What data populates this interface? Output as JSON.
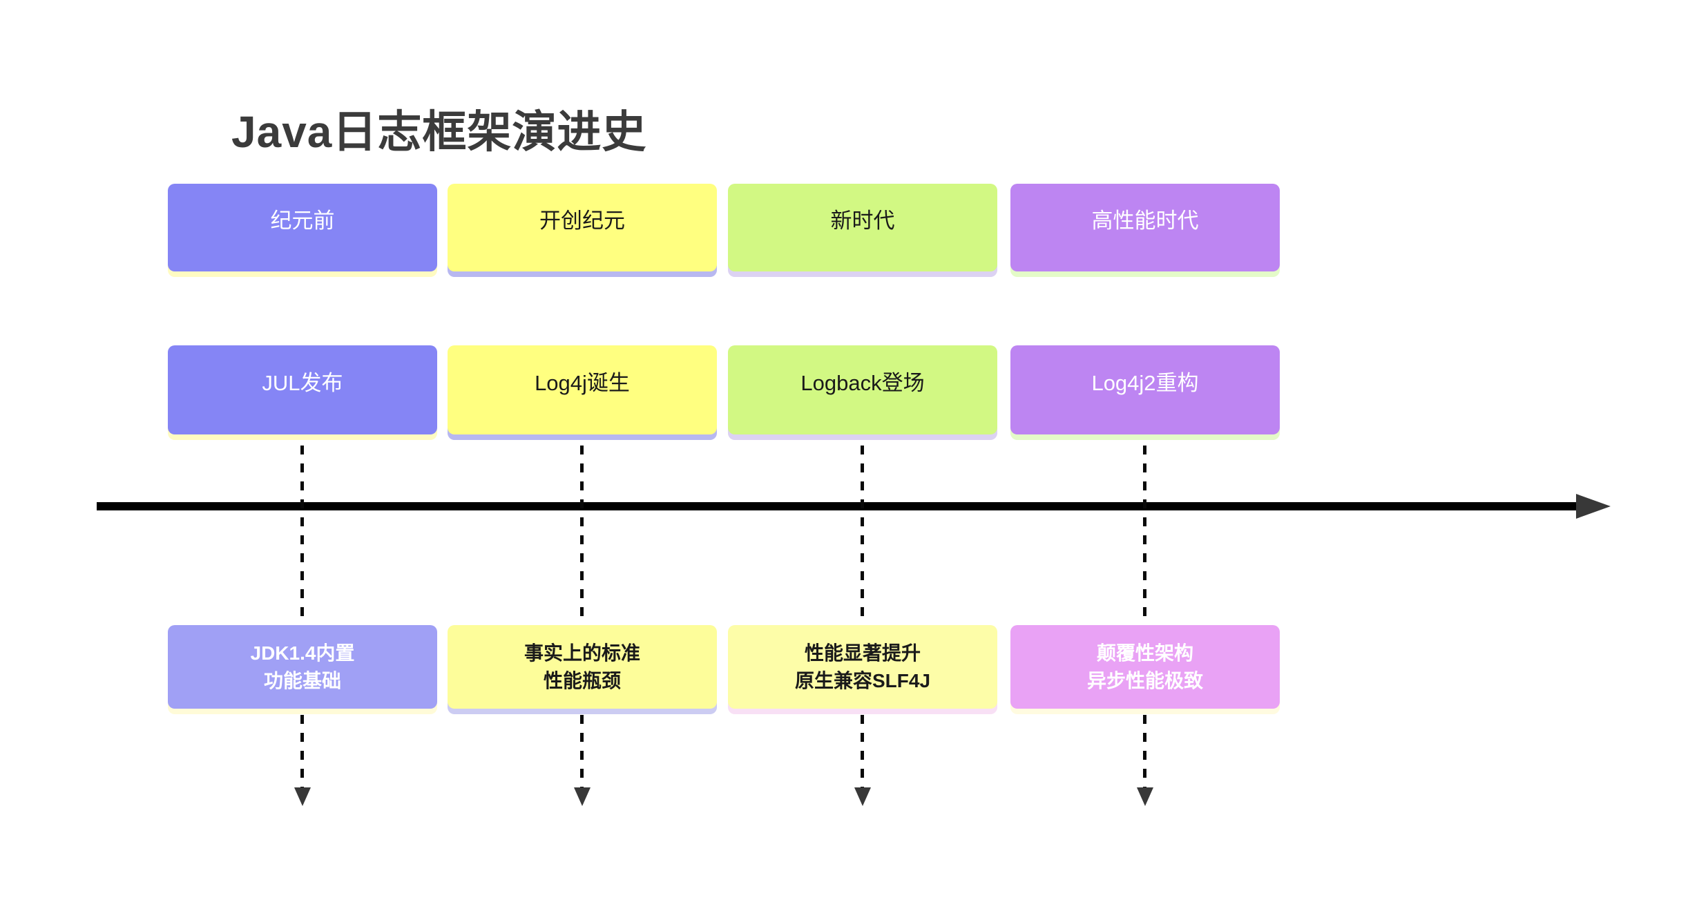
{
  "page": {
    "background": "#ffffff"
  },
  "title": {
    "text": "Java日志框架演进史",
    "color": "#3b3b3b"
  },
  "timeline": {
    "line_color": "#000000",
    "arrow_color": "#383838",
    "dash_color": "#0a0a0a"
  },
  "columns": [
    {
      "era_label": "纪元前",
      "event_label": "JUL发布",
      "detail_line1": "JDK1.4内置",
      "detail_line2": "功能基础",
      "main_bg": "#8585f5",
      "main_shadow": "#fffbc2",
      "main_text_color": "#ffffff",
      "detail_bg": "#a0a0f5",
      "detail_shadow": "#fffbd8",
      "detail_text_color": "#ffffff"
    },
    {
      "era_label": "开创纪元",
      "event_label": "Log4j诞生",
      "detail_line1": "事实上的标准",
      "detail_line2": "性能瓶颈",
      "main_bg": "#ffff80",
      "main_shadow": "#b8b8f0",
      "main_text_color": "#1a1a1a",
      "detail_bg": "#fdfd9a",
      "detail_shadow": "#ccccf2",
      "detail_text_color": "#1a1a1a"
    },
    {
      "era_label": "新时代",
      "event_label": "Logback登场",
      "detail_line1": "性能显著提升",
      "detail_line2": "原生兼容SLF4J",
      "main_bg": "#d2f883",
      "main_shadow": "#dcd2f2",
      "main_text_color": "#1a1a1a",
      "detail_bg": "#fdfda8",
      "detail_shadow": "#f8e0f5",
      "detail_text_color": "#1a1a1a"
    },
    {
      "era_label": "高性能时代",
      "event_label": "Log4j2重构",
      "detail_line1": "颠覆性架构",
      "detail_line2": "异步性能极致",
      "main_bg": "#bd85f2",
      "main_shadow": "#e4fbc8",
      "main_text_color": "#ffffff",
      "detail_bg": "#e9a2f5",
      "detail_shadow": "#fffbe0",
      "detail_text_color": "#ffffff"
    }
  ]
}
